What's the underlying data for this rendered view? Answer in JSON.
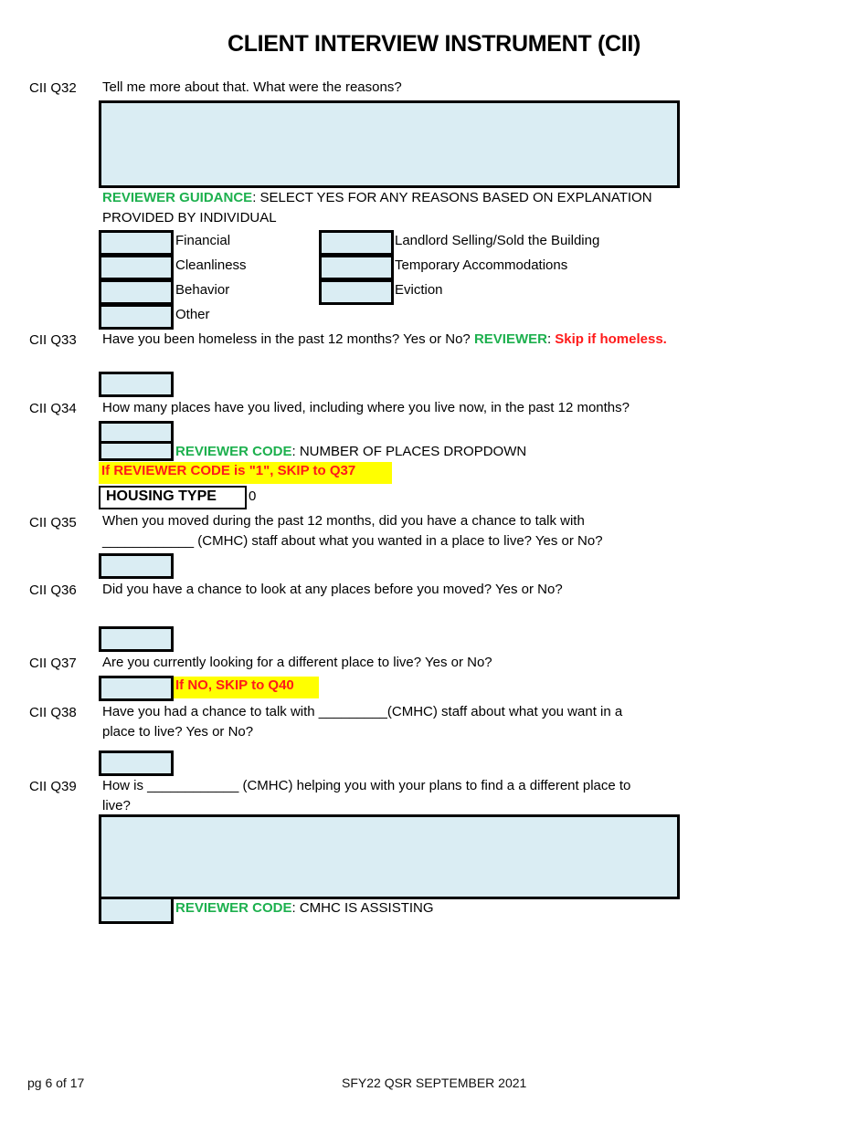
{
  "document": {
    "title": "CLIENT INTERVIEW INSTRUMENT (CII)",
    "footer_left": "pg 6 of 17",
    "footer_center": "SFY22 QSR SEPTEMBER 2021"
  },
  "colors": {
    "input_fill": "#daedf3",
    "reviewer_green": "#1db04e",
    "skip_red": "#ff1a1a",
    "highlight_yellow": "#ffff00"
  },
  "questions": {
    "q32": {
      "number": "CII Q32",
      "text": "Tell me more about that. What were the reasons?",
      "answer": "",
      "guidance_label": "REVIEWER GUIDANCE",
      "guidance_text": ": SELECT YES FOR ANY REASONS BASED ON EXPLANATION",
      "guidance_text_2": "PROVIDED BY INDIVIDUAL",
      "reasons_left": [
        "Financial",
        "Cleanliness",
        "Behavior",
        "Other"
      ],
      "reasons_right": [
        "Landlord Selling/Sold the Building",
        "Temporary Accommodations",
        "Eviction"
      ]
    },
    "q33": {
      "number": "CII Q33",
      "text": "Have you been homeless in the past 12 months? Yes or No? ",
      "reviewer_label": "REVIEWER",
      "colon": ": ",
      "skip_text": "Skip if homeless."
    },
    "q34": {
      "number": "CII Q34",
      "text": "How many places have you lived, including where you live now, in the past 12 months?",
      "code_label": "REVIEWER CODE",
      "code_text": ": NUMBER OF PLACES DROPDOWN",
      "skip_text": "If REVIEWER CODE is \"1\", SKIP to Q37",
      "housing_type_label": "HOUSING TYPE",
      "housing_type_value": "0"
    },
    "q35": {
      "number": "CII Q35",
      "text_line1": "When you moved during the past 12 months, did you have a chance to talk with",
      "text_line2": "____________ (CMHC) staff about what you wanted in a place to live? Yes or No?"
    },
    "q36": {
      "number": "CII Q36",
      "text": "Did you have a chance to look at any places before you moved? Yes or No?"
    },
    "q37": {
      "number": "CII Q37",
      "text": "Are you currently looking for a different place to live? Yes or No?",
      "skip_text": "If NO, SKIP to Q40"
    },
    "q38": {
      "number": "CII Q38",
      "text_line1": "Have you had a chance to talk with _________(CMHC) staff about what you want in a",
      "text_line2": "place to live? Yes or No?"
    },
    "q39": {
      "number": "CII Q39",
      "text_line1": "How is ____________ (CMHC) helping you with your plans to find a a different place to",
      "text_line2": "live?",
      "answer": "",
      "code_label": "REVIEWER CODE",
      "code_text": ": CMHC IS ASSISTING"
    }
  }
}
